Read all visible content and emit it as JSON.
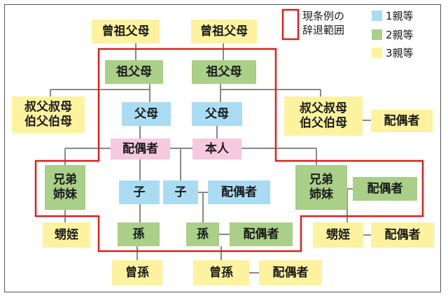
{
  "legend": {
    "scope_label": "現条例の\n辞退範囲",
    "items": [
      {
        "label": "1親等",
        "color": "#a9dcf2"
      },
      {
        "label": "2親等",
        "color": "#a9cf88"
      },
      {
        "label": "3親等",
        "color": "#fdf29d"
      }
    ],
    "scope_color": "#d9201f"
  },
  "nodes": {
    "great_grandparents_left": "曾祖父母",
    "great_grandparents_right": "曾祖父母",
    "grandparents_left": "祖父母",
    "grandparents_right": "祖父母",
    "aunts_uncles_left": "叔父叔母\n伯父伯母",
    "aunts_uncles_right": "叔父叔母\n伯父伯母",
    "aunts_uncles_spouse": "配偶者",
    "parents_left": "父母",
    "parents_right": "父母",
    "spouse_self": "配偶者",
    "self": "本人",
    "siblings_left": "兄弟\n姉妹",
    "siblings_right": "兄弟\n姉妹",
    "siblings_spouse": "配偶者",
    "child_left": "子",
    "child_right": "子",
    "child_spouse": "配偶者",
    "nephews_left": "甥姪",
    "nephews_right": "甥姪",
    "nephews_spouse": "配偶者",
    "grandchild_left": "孫",
    "grandchild_right": "孫",
    "grandchild_spouse": "配偶者",
    "great_grandchild_left": "曾孫",
    "great_grandchild_right": "曾孫",
    "great_grandchild_spouse": "配偶者"
  }
}
